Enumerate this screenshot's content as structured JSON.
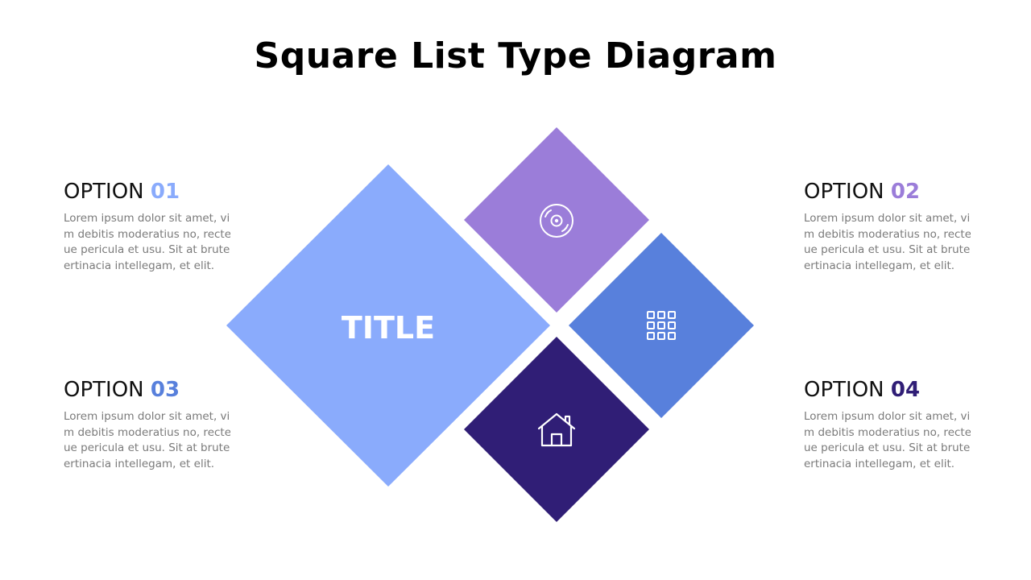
{
  "title": "Square List Type Diagram",
  "center": {
    "label": "TITLE",
    "color": "#8aabfc"
  },
  "shapes": {
    "top": {
      "icon": "disc-icon",
      "color": "#9b7dd9"
    },
    "right": {
      "icon": "grid-icon",
      "color": "#5880dc"
    },
    "bottom": {
      "icon": "house-icon",
      "color": "#301e76"
    }
  },
  "options": [
    {
      "label": "OPTION",
      "number": "01",
      "color": "#8aabfc",
      "lines": [
        "Lorem ipsum dolor sit amet, vi",
        "m debitis moderatius no, recteq",
        "ue pericula et usu. Sit at brute p",
        "ertinacia intellegam, et elit."
      ]
    },
    {
      "label": "OPTION",
      "number": "02",
      "color": "#9b7dd9",
      "lines": [
        "Lorem ipsum dolor sit amet, vi",
        "m debitis moderatius no, recteq",
        "ue pericula et usu. Sit at brute p",
        "ertinacia intellegam, et elit."
      ]
    },
    {
      "label": "OPTION",
      "number": "03",
      "color": "#5880dc",
      "lines": [
        "Lorem ipsum dolor sit amet, vi",
        "m debitis moderatius no, recteq",
        "ue pericula et usu. Sit at brute p",
        "ertinacia intellegam, et elit."
      ]
    },
    {
      "label": "OPTION",
      "number": "04",
      "color": "#301e76",
      "lines": [
        "Lorem ipsum dolor sit amet, vi",
        "m debitis moderatius no, recteq",
        "ue pericula et usu. Sit at brute p",
        "ertinacia intellegam, et elit."
      ]
    }
  ]
}
